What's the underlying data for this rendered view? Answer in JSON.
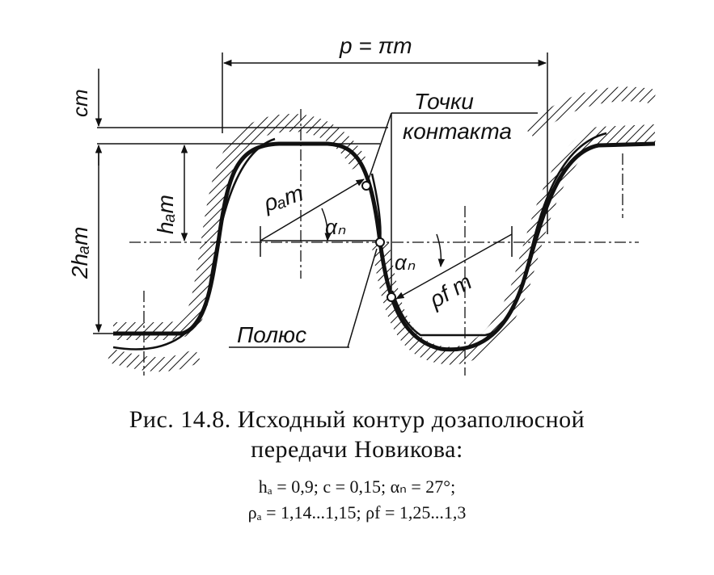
{
  "diagram": {
    "labels": {
      "pitch": "p = πm",
      "cm": "cm",
      "ham": "hₐm",
      "two_ham": "2hₐm",
      "contact_1": "Точки",
      "contact_2": "контакта",
      "rho_a": "ρₐm",
      "rho_f": "ρf m",
      "alpha_upper": "αₙ",
      "alpha_lower": "αₙ",
      "pole": "Полюс"
    }
  },
  "caption": {
    "title_line1": "Рис. 14.8. Исходный контур дозаполюсной",
    "title_line2": "передачи Новикова:",
    "params_line1": "hₐ = 0,9;  c = 0,15;  αₙ = 27°;",
    "params_line2": "ρₐ = 1,14...1,15;  ρf = 1,25...1,3"
  }
}
